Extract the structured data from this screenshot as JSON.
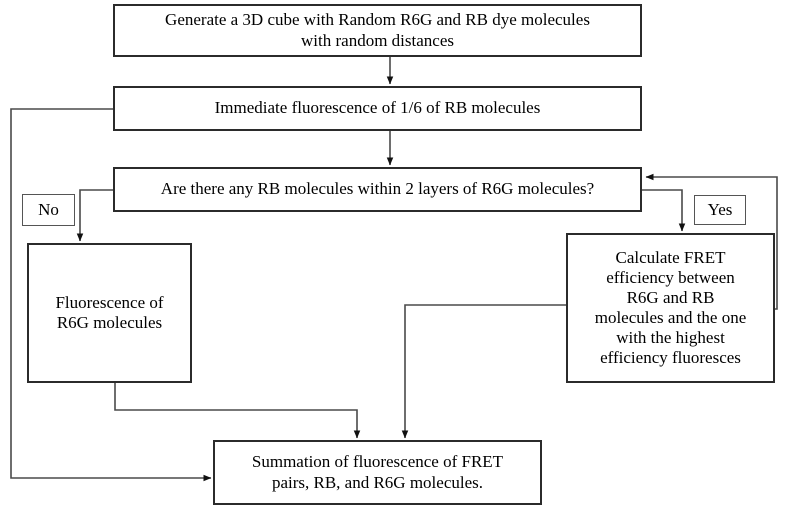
{
  "diagram": {
    "title": "FRET Monte Carlo simulation flowchart",
    "type": "flowchart",
    "background_color": "#ffffff",
    "line_color": "#2b2b2b",
    "text_color": "#000000"
  },
  "nodes": {
    "generate": {
      "id": "generate",
      "shape": "rectangle",
      "text": "Generate a 3D cube with Random R6G and RB dye molecules\nwith random distances"
    },
    "immediate": {
      "id": "immediate",
      "shape": "rectangle",
      "text": "Immediate fluorescence of 1/6 of RB molecules"
    },
    "decision": {
      "id": "decision",
      "shape": "rectangle",
      "text": "Are there any RB molecules within 2 layers of R6G molecules?"
    },
    "fret": {
      "id": "fret",
      "shape": "rectangle",
      "text": "Calculate FRET\nefficiency between\nR6G and RB\nmolecules and the one\nwith the highest\nefficiency fluoresces"
    },
    "fluorescence": {
      "id": "fluorescence",
      "shape": "rectangle",
      "text": "Fluorescence of\nR6G molecules"
    },
    "summation": {
      "id": "summation",
      "shape": "rectangle",
      "text": "Summation of fluorescence of FRET\npairs, RB, and R6G molecules."
    }
  },
  "branch_labels": {
    "no": "No",
    "yes": "Yes"
  },
  "edges": [
    {
      "id": "generate-to-immediate",
      "from": "generate",
      "to": "immediate",
      "label": "",
      "arrow": true
    },
    {
      "id": "immediate-to-decision",
      "from": "immediate",
      "to": "decision",
      "label": "",
      "arrow": true
    },
    {
      "id": "decision-no-to-fluor",
      "from": "decision",
      "to": "fluorescence",
      "label": "No",
      "arrow": true
    },
    {
      "id": "decision-yes-to-fret",
      "from": "decision",
      "to": "fret",
      "label": "Yes",
      "arrow": true
    },
    {
      "id": "fret-back-to-decision",
      "from": "fret",
      "to": "decision",
      "label": "",
      "arrow": true
    },
    {
      "id": "fret-to-summation",
      "from": "fret",
      "to": "summation",
      "label": "",
      "arrow": true
    },
    {
      "id": "fluor-to-summation",
      "from": "fluorescence",
      "to": "summation",
      "label": "",
      "arrow": true
    },
    {
      "id": "immediate-to-summation",
      "from": "immediate",
      "to": "summation",
      "label": "",
      "arrow": true
    }
  ]
}
